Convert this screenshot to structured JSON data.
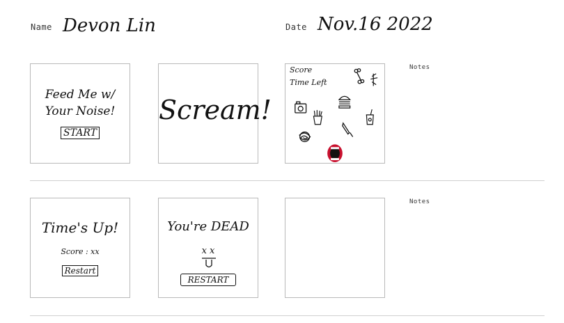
{
  "header": {
    "name_label": "Name",
    "name_value": "Devon Lin",
    "date_label": "Date",
    "date_value": "Nov.16 2022"
  },
  "row1": {
    "frame1": {
      "line1": "Feed Me w/",
      "line2": "Your Noise!",
      "button": "START"
    },
    "frame2": {
      "title": "Scream!"
    },
    "frame3": {
      "score": "Score",
      "time_left": "Time Left"
    },
    "notes_label": "Notes"
  },
  "row2": {
    "frame1": {
      "title": "Time's Up!",
      "score": "Score : xx",
      "button": "Restart"
    },
    "frame2": {
      "title": "You're DEAD",
      "face": "x x",
      "button": "RESTART"
    },
    "notes_label": "Notes"
  },
  "colors": {
    "frame_border": "#b9b9b9",
    "divider": "#cfcfcf",
    "mouth_red": "#c8102e"
  },
  "icons": [
    "bone-icon",
    "burger-icon",
    "camera-icon",
    "fries-icon",
    "knife-icon",
    "drink-cup-icon",
    "scribble-ball-icon",
    "open-mouth-icon",
    "fork-icon"
  ]
}
